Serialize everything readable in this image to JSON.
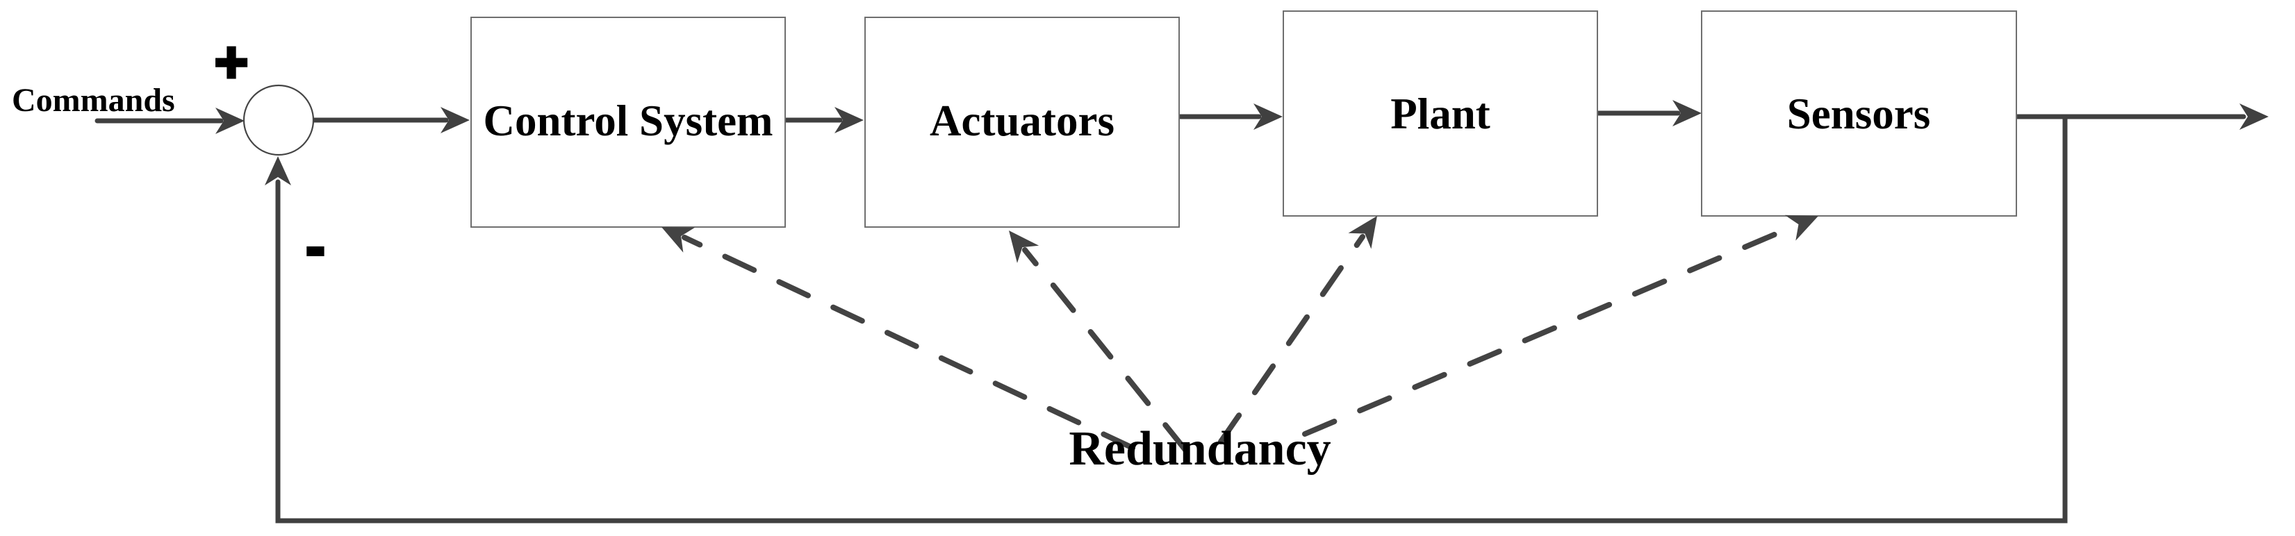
{
  "diagram": {
    "type": "feedback-control-loop-block-diagram",
    "input_label": "Commands",
    "summing_junction": {
      "plus_sign": "+",
      "minus_sign": "-"
    },
    "blocks": [
      {
        "label": "Control System"
      },
      {
        "label": "Actuators"
      },
      {
        "label": "Plant"
      },
      {
        "label": "Sensors"
      }
    ],
    "annotation": {
      "label": "Redundancy",
      "points_to": [
        "Control System",
        "Actuators",
        "Plant",
        "Sensors"
      ]
    },
    "colors": {
      "line": "#404040",
      "box_border": "#6f6f6f",
      "text": "#000000",
      "background": "#ffffff"
    }
  }
}
